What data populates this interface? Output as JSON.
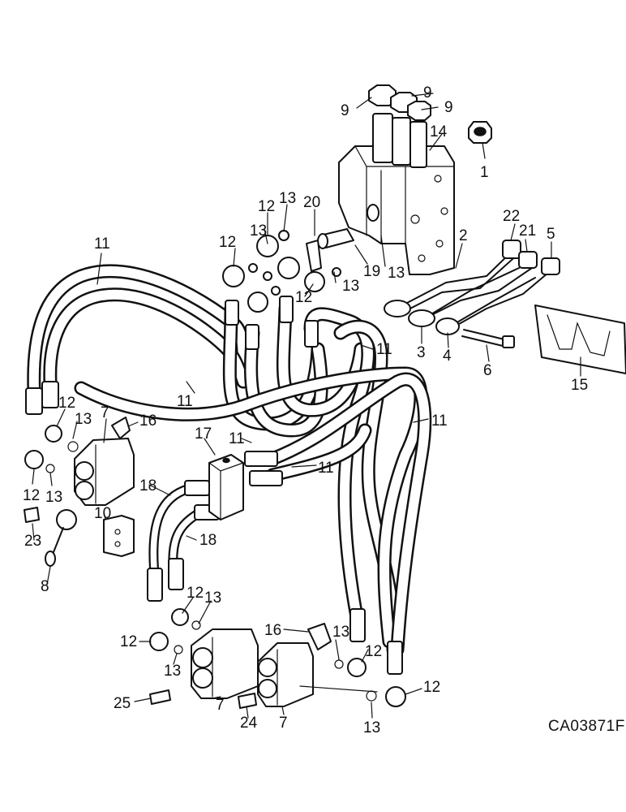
{
  "diagram": {
    "reference_code": "CA03871F",
    "labels": [
      {
        "id": "l9a",
        "text": "9"
      },
      {
        "id": "l9b",
        "text": "9"
      },
      {
        "id": "l9c",
        "text": "9"
      },
      {
        "id": "l14",
        "text": "14"
      },
      {
        "id": "l1",
        "text": "1"
      },
      {
        "id": "l12a",
        "text": "12"
      },
      {
        "id": "l13a",
        "text": "13"
      },
      {
        "id": "l20",
        "text": "20"
      },
      {
        "id": "l13b",
        "text": "13"
      },
      {
        "id": "l12b",
        "text": "12"
      },
      {
        "id": "l19",
        "text": "19"
      },
      {
        "id": "l13c",
        "text": "13"
      },
      {
        "id": "l13d",
        "text": "13"
      },
      {
        "id": "l12c",
        "text": "12"
      },
      {
        "id": "l22",
        "text": "22"
      },
      {
        "id": "l21",
        "text": "21"
      },
      {
        "id": "l5",
        "text": "5"
      },
      {
        "id": "l2",
        "text": "2"
      },
      {
        "id": "l3",
        "text": "3"
      },
      {
        "id": "l4",
        "text": "4"
      },
      {
        "id": "l6",
        "text": "6"
      },
      {
        "id": "l15",
        "text": "15"
      },
      {
        "id": "l11a",
        "text": "11"
      },
      {
        "id": "l11b",
        "text": "11"
      },
      {
        "id": "l11c",
        "text": "11"
      },
      {
        "id": "l11d",
        "text": "11"
      },
      {
        "id": "l11e",
        "text": "11"
      },
      {
        "id": "l11f",
        "text": "11"
      },
      {
        "id": "l12d",
        "text": "12"
      },
      {
        "id": "l7a",
        "text": "7"
      },
      {
        "id": "l16a",
        "text": "16"
      },
      {
        "id": "l13e",
        "text": "13"
      },
      {
        "id": "l17",
        "text": "17"
      },
      {
        "id": "l12e",
        "text": "12"
      },
      {
        "id": "l13f",
        "text": "13"
      },
      {
        "id": "l18a",
        "text": "18"
      },
      {
        "id": "l10",
        "text": "10"
      },
      {
        "id": "l23",
        "text": "23"
      },
      {
        "id": "l18b",
        "text": "18"
      },
      {
        "id": "l8",
        "text": "8"
      },
      {
        "id": "l12f",
        "text": "12"
      },
      {
        "id": "l13g",
        "text": "13"
      },
      {
        "id": "l12g",
        "text": "12"
      },
      {
        "id": "l13h",
        "text": "13"
      },
      {
        "id": "l16b",
        "text": "16"
      },
      {
        "id": "l13i",
        "text": "13"
      },
      {
        "id": "l12h",
        "text": "12"
      },
      {
        "id": "l12i",
        "text": "12"
      },
      {
        "id": "l25",
        "text": "25"
      },
      {
        "id": "l7b",
        "text": "7"
      },
      {
        "id": "l24",
        "text": "24"
      },
      {
        "id": "l7c",
        "text": "7"
      },
      {
        "id": "l13j",
        "text": "13"
      }
    ]
  }
}
